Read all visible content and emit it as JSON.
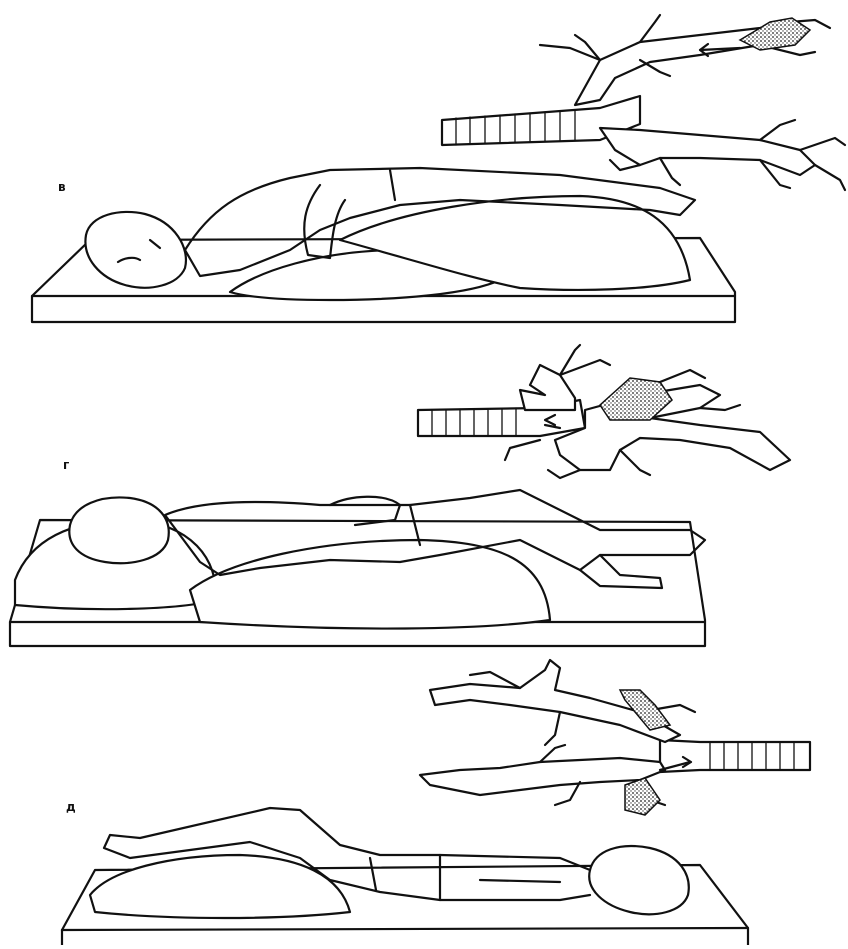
{
  "panels": [
    {
      "label": "в"
    },
    {
      "label": "г"
    },
    {
      "label": "д"
    }
  ]
}
